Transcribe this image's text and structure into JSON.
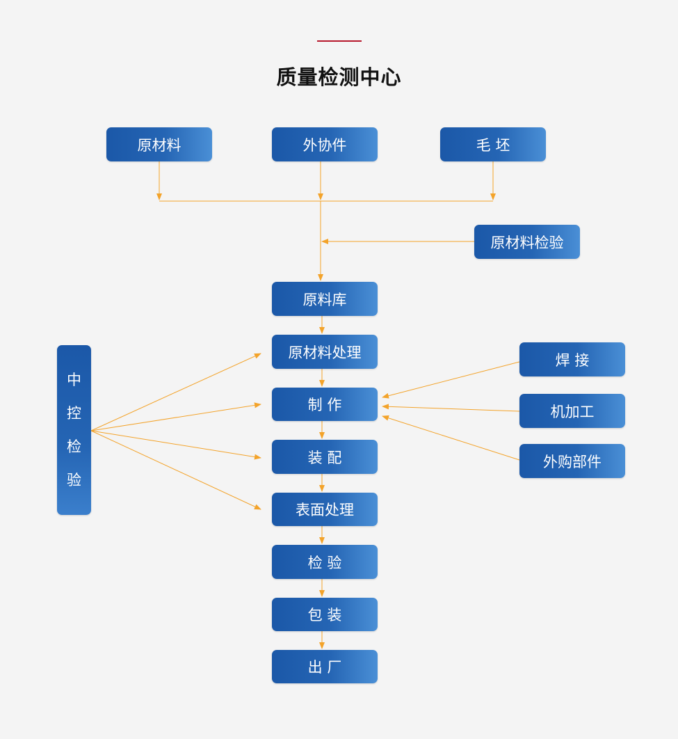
{
  "title": "质量检测中心",
  "colors": {
    "accent": "#b7182c",
    "arrow": "#f3a32a",
    "box": "#1e5aa8"
  },
  "inputs": {
    "raw_material": "原材料",
    "outsourced": "外协件",
    "blank": "毛 坯"
  },
  "raw_inspection": "原材料检验",
  "flow": [
    "原料库",
    "原材料处理",
    "制 作",
    "装 配",
    "表面处理",
    "检 验",
    "包 装",
    "出 厂"
  ],
  "side_inputs": [
    "焊 接",
    "机加工",
    "外购部件"
  ],
  "midway_inspection": [
    "中",
    "控",
    "检",
    "验"
  ]
}
